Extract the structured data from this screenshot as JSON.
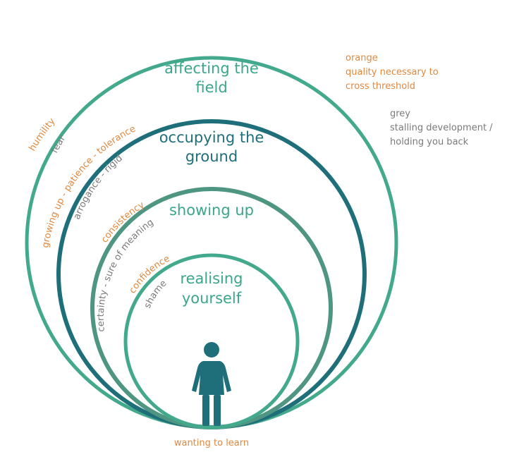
{
  "diagram": {
    "rings": [
      {
        "id": "outer",
        "title_line1": "affecting the",
        "title_line2": "field",
        "stroke": "#43a98c",
        "orange_label": "humility",
        "grey_label": "fear"
      },
      {
        "id": "second",
        "title_line1": "occupying the",
        "title_line2": "ground",
        "stroke": "#1f6f7a",
        "orange_label": "growing up - patience - tolerance",
        "grey_label": "arrogance - rigid"
      },
      {
        "id": "third",
        "title_line1": "showing up",
        "title_line2": "",
        "stroke": "#4e9582",
        "orange_label": "consistency",
        "grey_label": "certainty - sure of meaning"
      },
      {
        "id": "inner",
        "title_line1": "realising",
        "title_line2": "yourself",
        "stroke": "#43a98c",
        "orange_label": "confidence",
        "grey_label": "shame"
      }
    ],
    "legend": {
      "orange_title": "orange",
      "orange_line1": "quality necessary to",
      "orange_line2": "cross threshold",
      "grey_title": "grey",
      "grey_line1": "stalling development /",
      "grey_line2": "holding you back"
    },
    "bottom_label": "wanting to learn",
    "colors": {
      "orange": "#e0883e",
      "grey": "#7a7a7a",
      "teal_light": "#43a98c",
      "teal_dark": "#1f6f7a",
      "figure": "#1f6f7a"
    },
    "icons": {
      "figure": "person-icon"
    }
  }
}
